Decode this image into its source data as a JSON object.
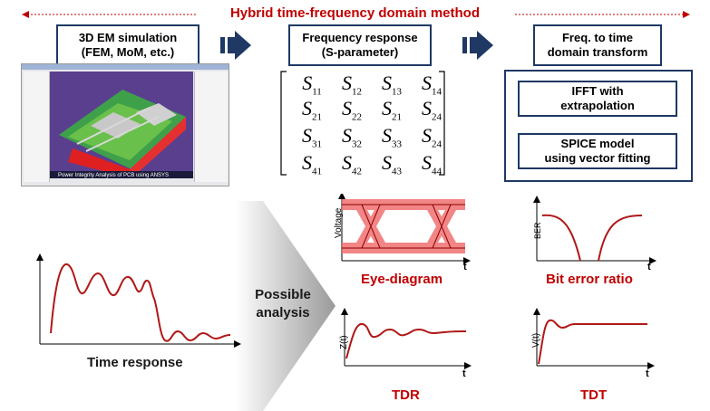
{
  "title": "Hybrid time-frequency domain method",
  "em_sim": {
    "line1": "3D EM simulation",
    "line2": "(FEM, MoM, etc.)",
    "caption": "Power Integrity Analysis of PCB using ANSYS"
  },
  "freq_resp": {
    "line1": "Frequency response",
    "line2": "(S-parameter)"
  },
  "transform": {
    "line1": "Freq. to time",
    "line2": "domain transform"
  },
  "ifft": {
    "line1": "IFFT with",
    "line2": "extrapolation"
  },
  "spice": {
    "line1": "SPICE model",
    "line2": "using vector fitting"
  },
  "matrix": [
    [
      {
        "s": "S",
        "i": "11"
      },
      {
        "s": "S",
        "i": "12"
      },
      {
        "s": "S",
        "i": "13"
      },
      {
        "s": "S",
        "i": "14"
      }
    ],
    [
      {
        "s": "S",
        "i": "21"
      },
      {
        "s": "S",
        "i": "22"
      },
      {
        "s": "S",
        "i": "21"
      },
      {
        "s": "S",
        "i": "24"
      }
    ],
    [
      {
        "s": "S",
        "i": "31"
      },
      {
        "s": "S",
        "i": "32"
      },
      {
        "s": "S",
        "i": "33"
      },
      {
        "s": "S",
        "i": "24"
      }
    ],
    [
      {
        "s": "S",
        "i": "41"
      },
      {
        "s": "S",
        "i": "42"
      },
      {
        "s": "S",
        "i": "43"
      },
      {
        "s": "S",
        "i": "44"
      }
    ]
  ],
  "possible": {
    "line1": "Possible",
    "line2": "analysis"
  },
  "time_response": "Time response",
  "eye": {
    "label": "Eye-diagram",
    "ylabel": "Voltage",
    "xlabel": "t"
  },
  "ber": {
    "label": "Bit error ratio",
    "ylabel": "BER",
    "xlabel": "t"
  },
  "tdr": {
    "label": "TDR",
    "ylabel": "Z(t)",
    "xlabel": "t"
  },
  "tdt": {
    "label": "TDT",
    "ylabel": "V(t)",
    "xlabel": "t"
  },
  "colors": {
    "red": "#c00000",
    "navy": "#1f3864",
    "curve": "#b01818"
  }
}
